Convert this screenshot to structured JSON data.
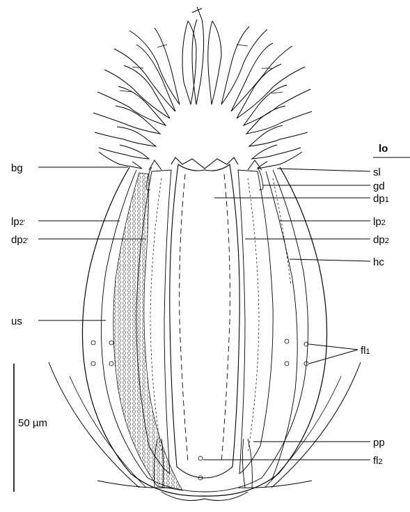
{
  "figure": {
    "header_label": "lo",
    "scale_bar": {
      "label": "50 µm",
      "length_um": 50
    },
    "labels": {
      "bg": "bg",
      "lp2_prime_base": "lp",
      "lp2_prime_sub": "2'",
      "dp2_prime_base": "dp",
      "dp2_prime_sub": "2'",
      "us": "us",
      "sl": "sl",
      "gd": "gd",
      "dp1_base": "dp",
      "dp1_sub": "1",
      "lp2_base": "lp",
      "lp2_sub": "2",
      "dp2_base": "dp",
      "dp2_sub": "2",
      "hc": "hc",
      "fl1_base": "fl",
      "fl1_sub": "1",
      "pp": "pp",
      "fl2_base": "fl",
      "fl2_sub": "2"
    }
  }
}
